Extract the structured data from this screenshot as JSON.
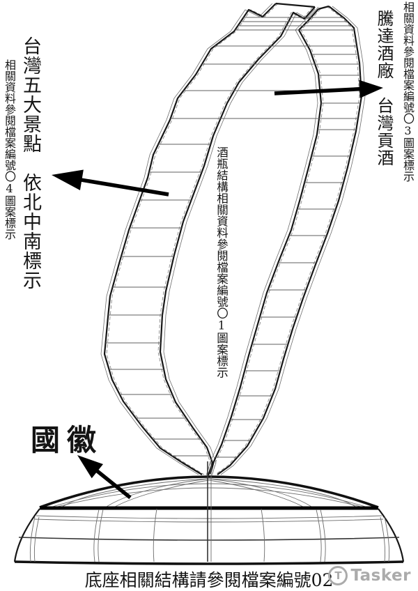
{
  "diagram": {
    "subject": "wine-bottle-trophy-wireframe",
    "annotations": {
      "left_primary": "台灣五大景點　依北中南標示",
      "left_secondary": "相關資料參閱檔案編號〇4圖案標示",
      "right_primary": "騰達酒廠　台灣貢酒",
      "right_secondary": "相關資料參閱檔案編號〇3圖案標示",
      "center_note": "酒瓶結構相關資料參閱檔案編號〇1圖案標示",
      "emblem_label": "國徽",
      "bottom_caption": "底座相關結構請參閱檔案編號02"
    },
    "arrows": [
      {
        "name": "arrow-scenic-spots",
        "direction": "left"
      },
      {
        "name": "arrow-winery",
        "direction": "right"
      },
      {
        "name": "arrow-emblem",
        "direction": "up-left"
      }
    ],
    "colors": {
      "ink": "#161616",
      "thin_line": "#6d6d6d",
      "watermark": "#ababab",
      "background": "#ffffff"
    }
  },
  "watermark": {
    "brand": "Tasker",
    "logo_letter": "T",
    "icon": "tasker-circle-t-logo"
  }
}
